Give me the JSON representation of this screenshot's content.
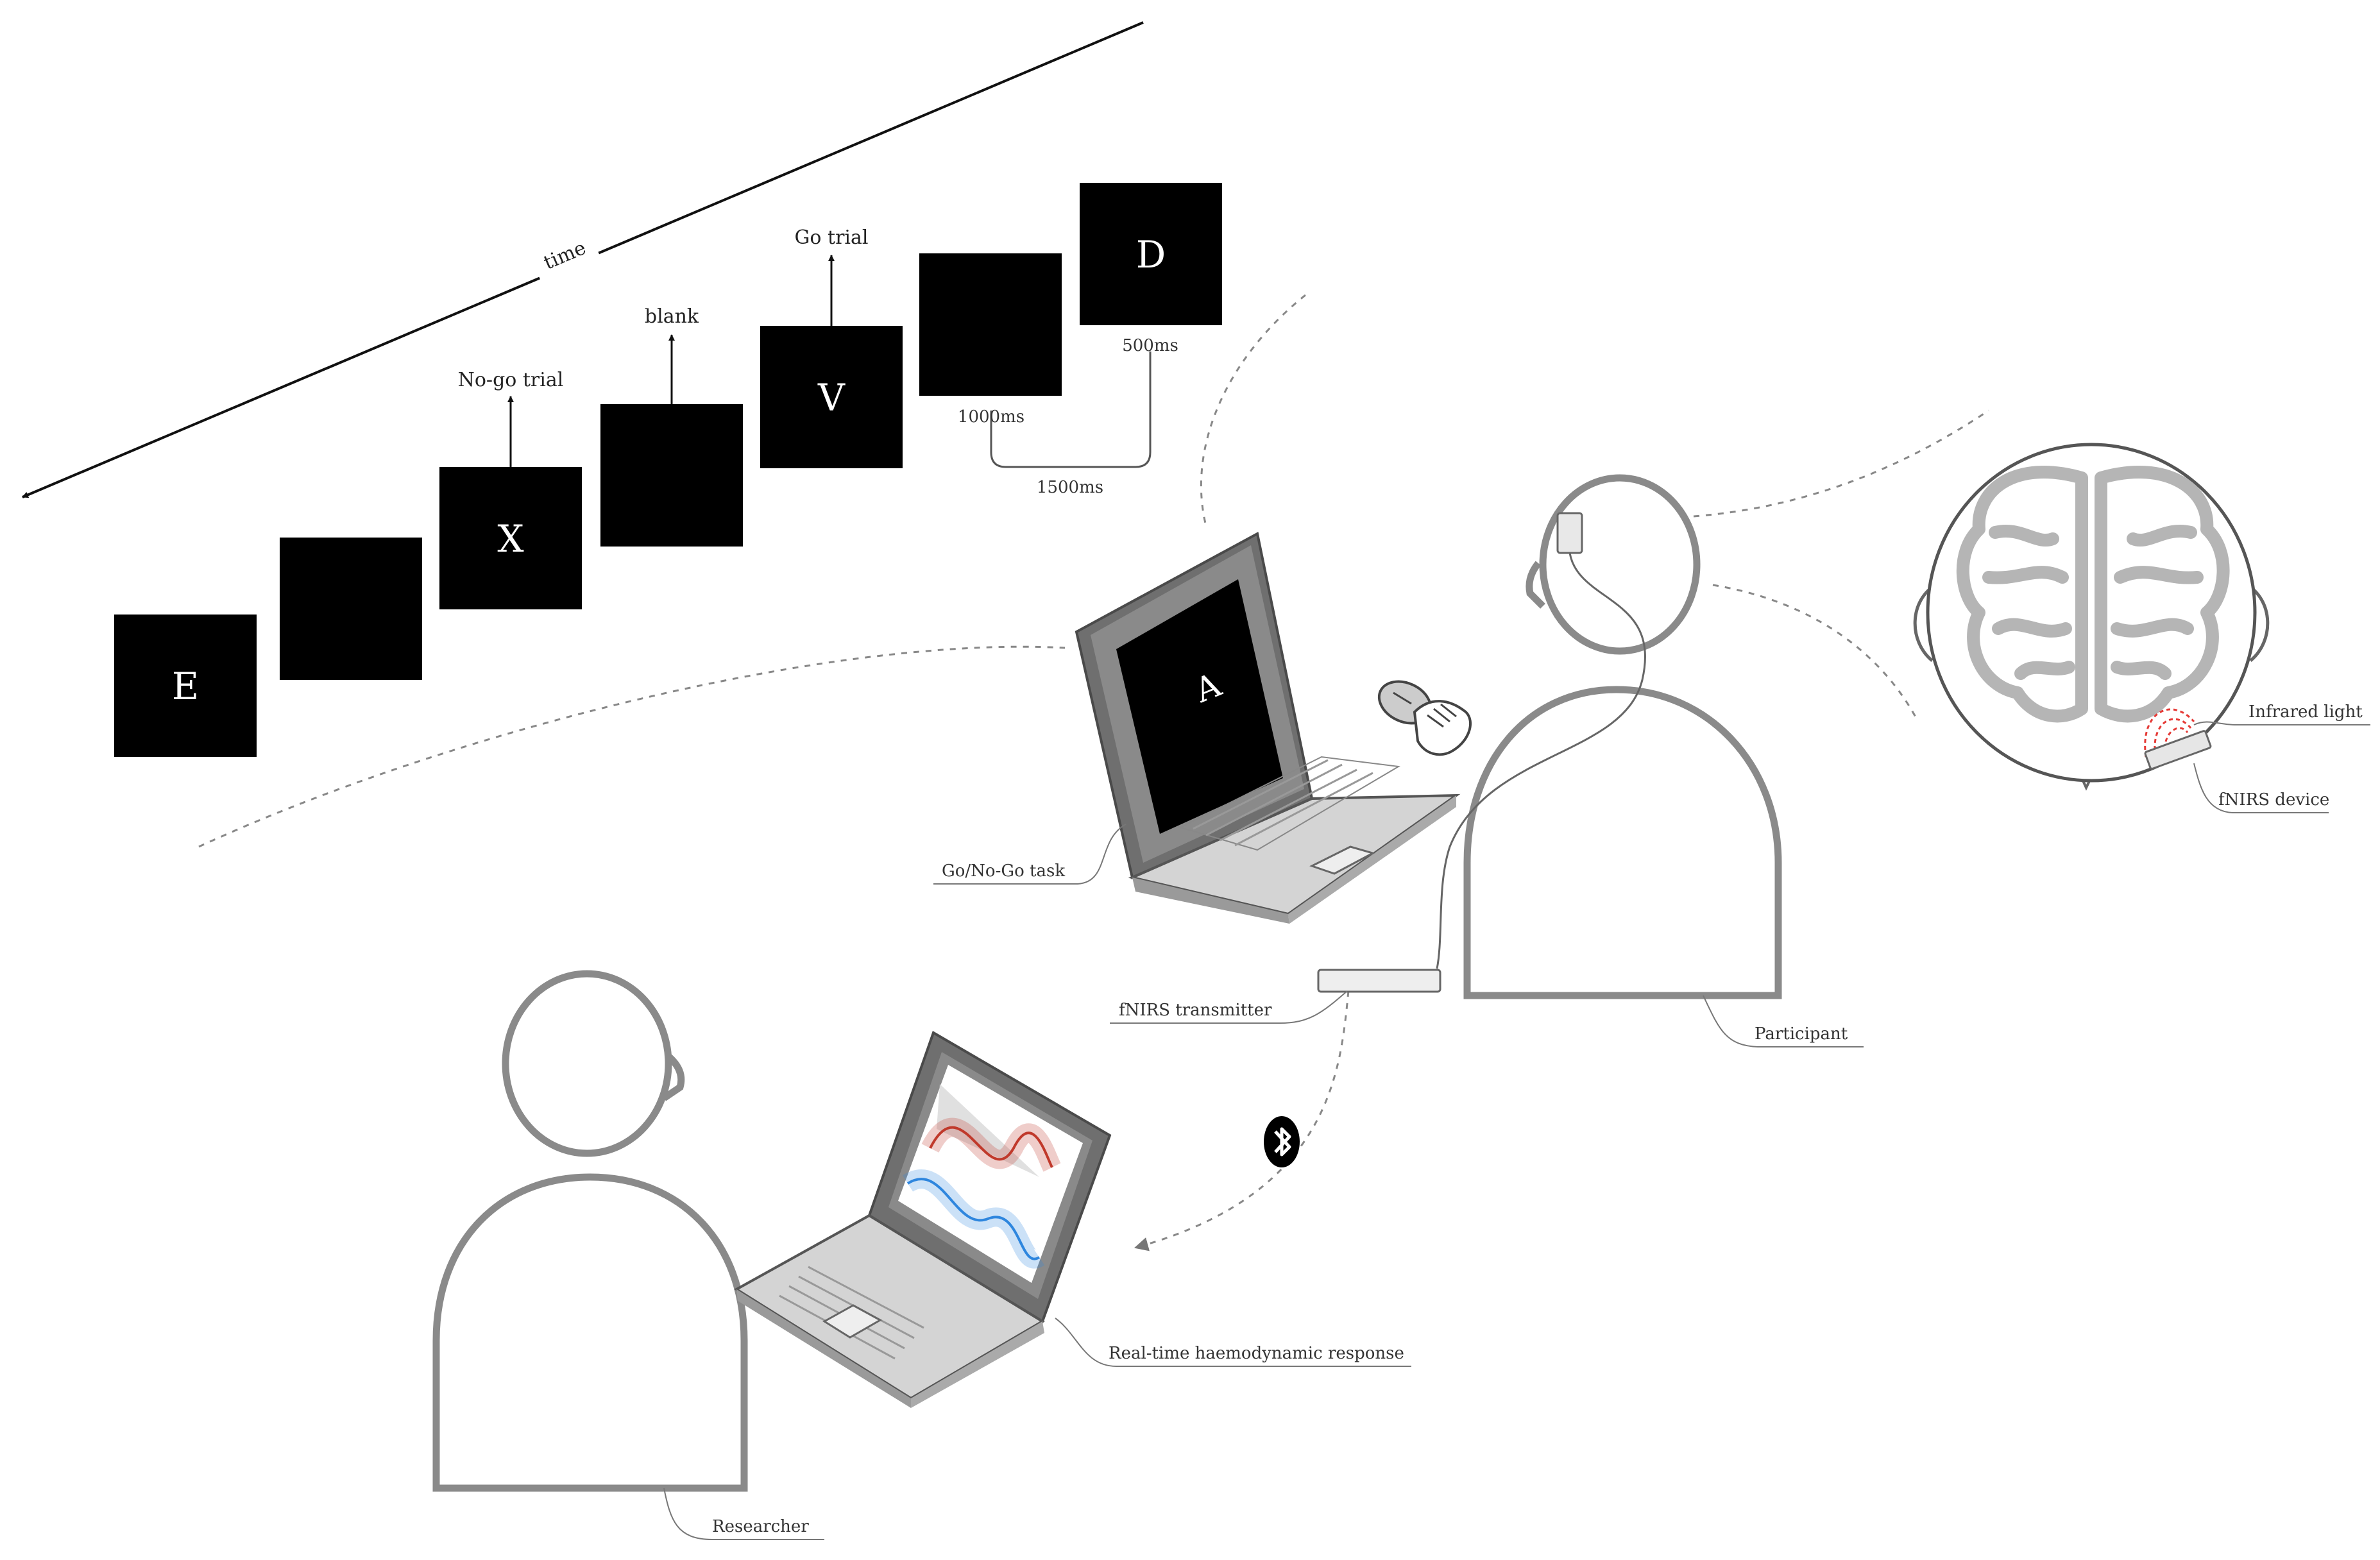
{
  "timeline": {
    "axis_label": "time",
    "stimuli": [
      {
        "letter": "E"
      },
      {
        "letter": ""
      },
      {
        "letter": "X"
      },
      {
        "letter": ""
      },
      {
        "letter": "V"
      },
      {
        "letter": ""
      },
      {
        "letter": "D"
      }
    ],
    "labels": {
      "nogo": "No-go trial",
      "blank": "blank",
      "go": "Go trial"
    },
    "timing": {
      "blank_duration": "1000ms",
      "stimulus_duration": "500ms",
      "trial_duration": "1500ms"
    }
  },
  "laptop_screen_letter": "A",
  "annotations": {
    "task": "Go/No-Go task",
    "transmitter": "fNIRS transmitter",
    "participant": "Participant",
    "researcher": "Researcher",
    "response": "Real-time haemodynamic response",
    "infrared": "Infrared light",
    "device": "fNIRS device"
  },
  "icons": {
    "wireless": "bluetooth-icon",
    "input": "mouse-hand-icon",
    "head": "brain-top-view-icon"
  },
  "colors": {
    "oxy_signal": "#c0392b",
    "deoxy_signal": "#2e86de",
    "infrared": "#e53935"
  }
}
